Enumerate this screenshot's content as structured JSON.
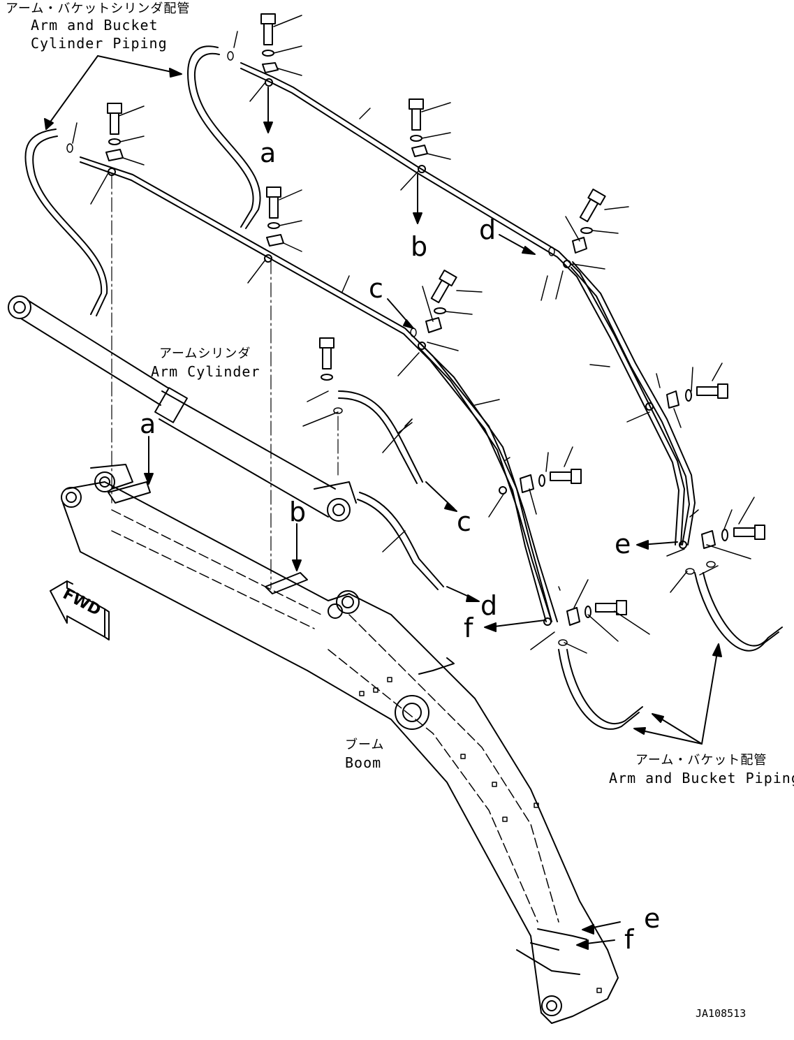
{
  "labels": {
    "arm_bucket_cyl_jp": "アーム・バケットシリンダ配管",
    "arm_bucket_cyl_en1": "Arm and Bucket",
    "arm_bucket_cyl_en2": "Cylinder Piping",
    "arm_cyl_jp": "アームシリンダ",
    "arm_cyl_en": "Arm Cylinder",
    "boom_jp": "ブーム",
    "boom_en": "Boom",
    "arm_bucket_piping_jp": "アーム・バケット配管",
    "arm_bucket_piping_en": "Arm and Bucket Piping",
    "fwd": "FWD",
    "drawing_code": "JA108513"
  },
  "refs": {
    "a": "a",
    "b": "b",
    "c": "c",
    "d": "d",
    "e": "e",
    "f": "f"
  }
}
